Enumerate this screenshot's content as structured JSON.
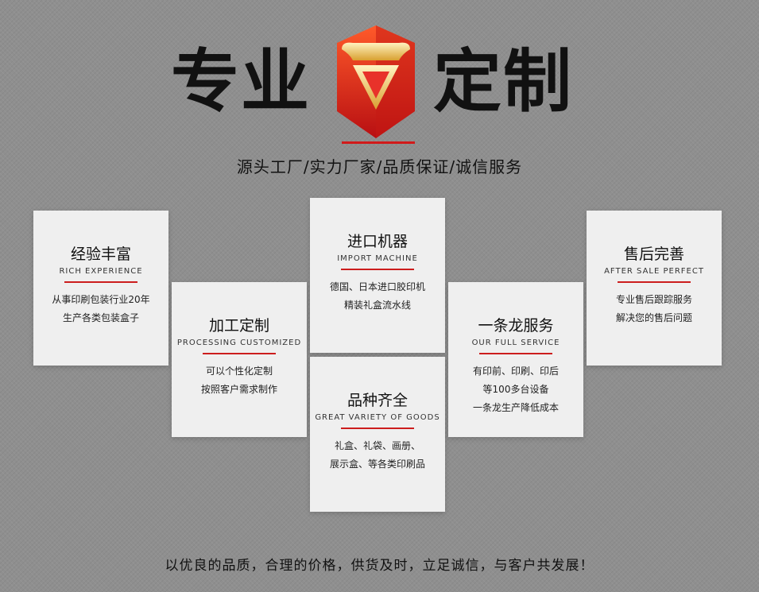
{
  "header": {
    "title_left": "专业",
    "title_right": "定制",
    "subtitle": "源头工厂/实力厂家/品质保证/诚信服务"
  },
  "cards": [
    {
      "title": "经验丰富",
      "en": "RICH EXPERIENCE",
      "lines": [
        "从事印刷包装行业20年",
        "生产各类包装盒子"
      ]
    },
    {
      "title": "加工定制",
      "en": "PROCESSING CUSTOMIZED",
      "lines": [
        "可以个性化定制",
        "按照客户需求制作"
      ]
    },
    {
      "title": "进口机器",
      "en": "IMPORT MACHINE",
      "lines": [
        "德国、日本进口胶印机",
        "精装礼盒流水线"
      ]
    },
    {
      "title": "品种齐全",
      "en": "GREAT VARIETY OF GOODS",
      "lines": [
        "礼盒、礼袋、画册、",
        "展示盒、等各类印刷品"
      ]
    },
    {
      "title": "一条龙服务",
      "en": "OUR FULL SERVICE",
      "lines": [
        "有印前、印刷、印后",
        "等100多台设备",
        "一条龙生产降低成本"
      ]
    },
    {
      "title": "售后完善",
      "en": "AFTER SALE PERFECT",
      "lines": [
        "专业售后跟踪服务",
        "解决您的售后问题"
      ]
    }
  ],
  "footer": "以优良的品质，合理的价格，供货及时，立足诚信，与客户共发展！",
  "colors": {
    "accent": "#d11a1a",
    "emblem_gold": "#f0c04a"
  }
}
